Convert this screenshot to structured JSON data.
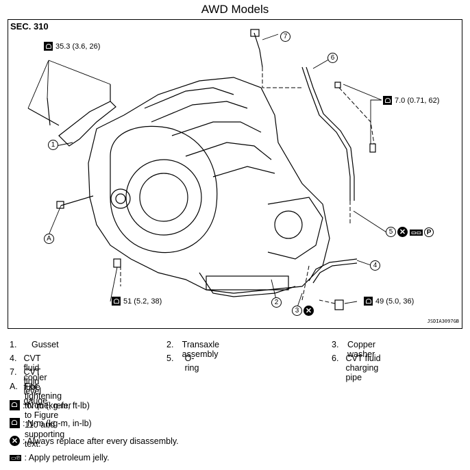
{
  "title": "AWD Models",
  "section": "SEC. 310",
  "figure_code": "JSDIA3097GB",
  "torques": {
    "t1": "35.3 (3.6, 26)",
    "t2": "7.0 (0.71, 62)",
    "t3": "51 (5.2, 38)",
    "t4": "49 (5.0, 36)"
  },
  "callouts": {
    "c1": "1",
    "c2": "2",
    "c3": "3",
    "c4": "4",
    "c5": "5",
    "c6": "6",
    "c7": "7",
    "cA": "A"
  },
  "pj_label": "P",
  "legend": [
    {
      "num": "1.",
      "text": "Gusset"
    },
    {
      "num": "2.",
      "text": "Transaxle assembly"
    },
    {
      "num": "3.",
      "text": "Copper washer"
    },
    {
      "num": "4.",
      "text": "CVT fluid cooler tube"
    },
    {
      "num": "5.",
      "text": "O-ring"
    },
    {
      "num": "6.",
      "text": "CVT fluid charging pipe"
    },
    {
      "num": "7.",
      "text": "CVT fluid level gauge"
    }
  ],
  "note_a": {
    "num": "A.",
    "text": "For tightening torque, refer to Figure 110 and supporting text."
  },
  "keys": {
    "nm_ft": ": N·m (kg-m, ft-lb)",
    "nm_in": ": N·m (kg-m, in-lb)",
    "replace": ": Always replace after every disassembly.",
    "petroleum": ": Apply petroleum jelly."
  }
}
